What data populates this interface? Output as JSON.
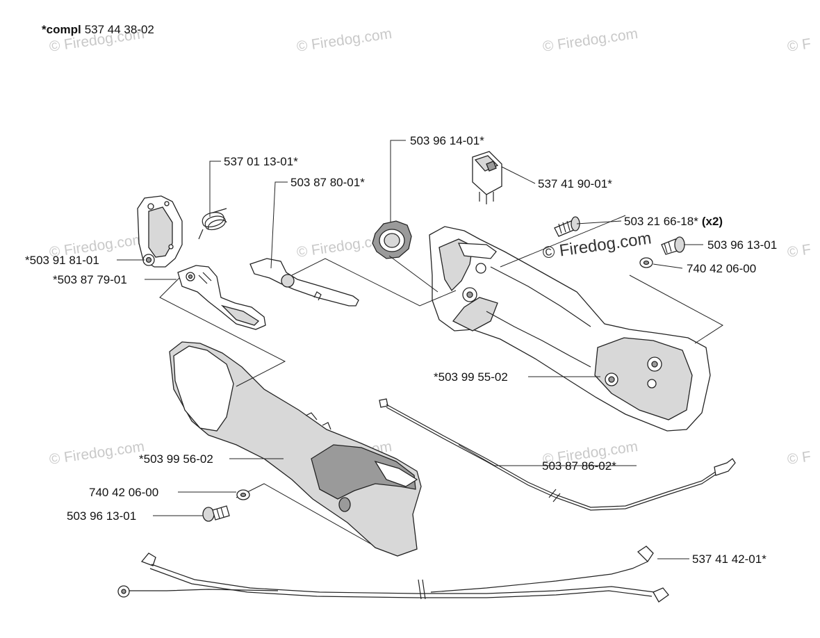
{
  "header": {
    "prefix": "*compl",
    "number": "537 44 38-02"
  },
  "labels": {
    "p537011301": "537 01 13-01*",
    "p503878001": "503 87 80-01*",
    "p503961401": "503 96 14-01*",
    "p537419001": "537 41 90-01*",
    "p503216618": "503 21 66-18*",
    "p503216618_qty": "(x2)",
    "p503961301_right": "503 96 13-01",
    "p740420600_right": "740 42 06-00",
    "p503918101": "*503 91 81-01",
    "p503877901": "*503 87 79-01",
    "p503995502": "*503 99 55-02",
    "p503995602": "*503 99 56-02",
    "p503878602": "503 87 86-02*",
    "p740420600_left": "740 42 06-00",
    "p503961301_left": "503 96 13-01",
    "p537414201": "537 41 42-01*"
  },
  "watermark": {
    "text": "© Firedog.com",
    "text_prominent": "© Firedog.com",
    "text_cut": "© F"
  }
}
